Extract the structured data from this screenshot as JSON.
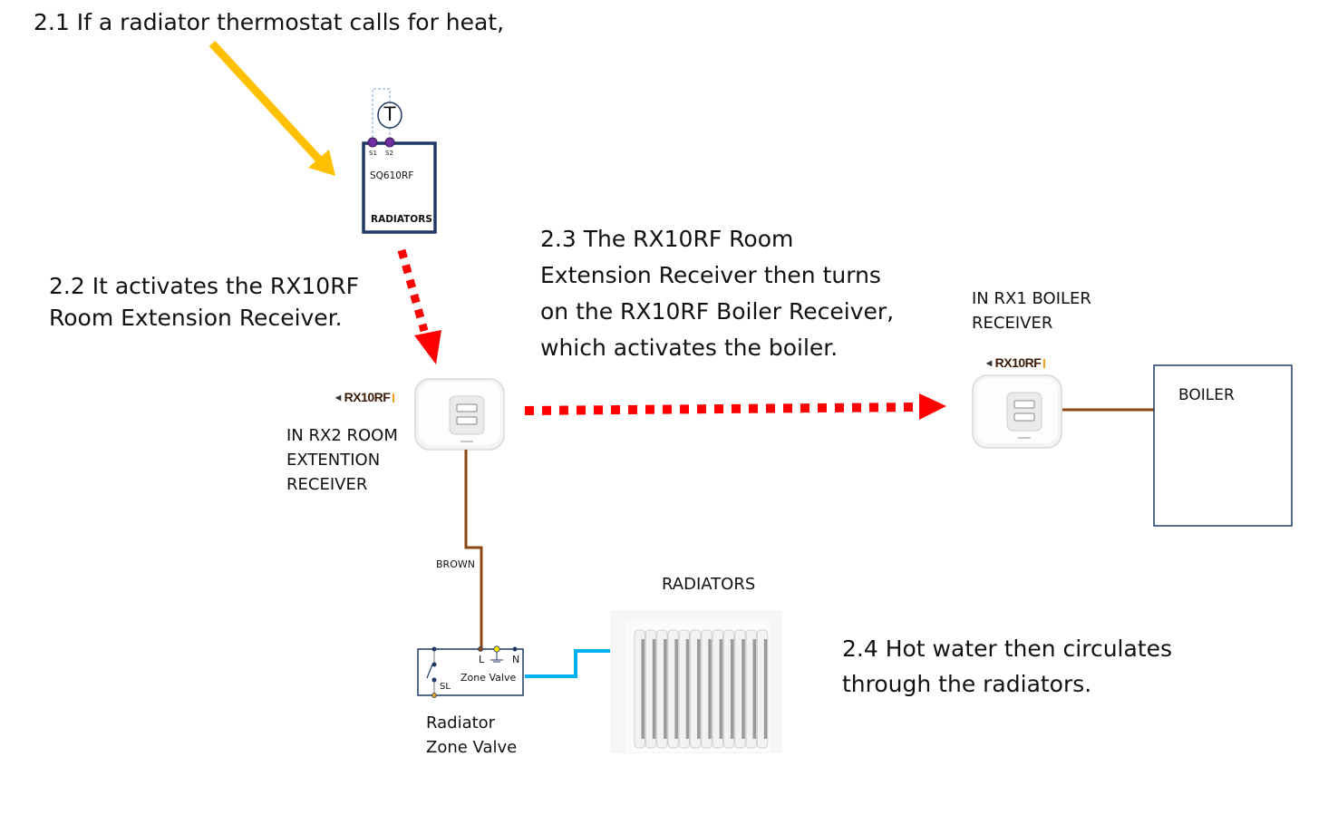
{
  "steps": {
    "s21": "2.1 If a radiator thermostat calls for heat,",
    "s22": [
      "2.2 It activates the RX10RF",
      "Room Extension Receiver."
    ],
    "s23": [
      "2.3 The RX10RF Room",
      "Extension Receiver then turns",
      "on the RX10RF Boiler Receiver,",
      "which activates the boiler."
    ],
    "s24": [
      "2.4 Hot water then circulates",
      "through the radiators."
    ]
  },
  "thermostat": {
    "symbol": "T",
    "terminals": [
      "S1",
      "S2"
    ],
    "model": "SQ610RF",
    "zone": "RADIATORS"
  },
  "room_receiver": {
    "brand_label": "RX10RF",
    "caption": [
      "IN RX2 ROOM",
      "EXTENTION",
      "RECEIVER"
    ]
  },
  "boiler_receiver": {
    "brand_label": "RX10RF",
    "caption": [
      "IN RX1 BOILER",
      "RECEIVER"
    ]
  },
  "boiler": {
    "label": "BOILER"
  },
  "wire": {
    "label": "BROWN"
  },
  "zone_valve": {
    "title": "Zone Valve",
    "terminals": [
      "L",
      "N",
      "SL"
    ],
    "caption": [
      "Radiator",
      "Zone Valve"
    ]
  },
  "radiators": {
    "label": "RADIATORS"
  },
  "colors": {
    "yellow_arrow": "#FFC000",
    "signal_red": "#FF0000",
    "wire_brown": "#8B4513",
    "pipe_blue": "#00B0F0",
    "outline_navy": "#1F3864",
    "terminal_purple": "#7030A0"
  }
}
